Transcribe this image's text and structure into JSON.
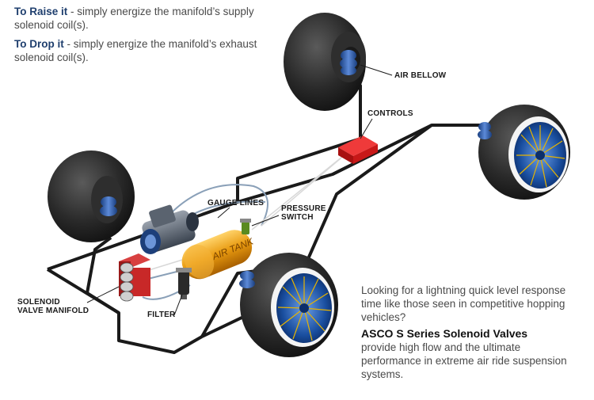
{
  "instructions": {
    "raise_label": "To Raise it",
    "raise_text": " - simply energize the manifold’s supply solenoid coil(s).",
    "drop_label": "To Drop it",
    "drop_text": " - simply energize the manifold’s exhaust solenoid coil(s)."
  },
  "labels": {
    "air_bellow": "AIR BELLOW",
    "controls": "CONTROLS",
    "gauge_lines": "GAUGE LINES",
    "pressure_switch_1": "PRESSURE",
    "pressure_switch_2": "SWITCH",
    "solenoid_1": "SOLENOID",
    "solenoid_2": "VALVE MANIFOLD",
    "filter": "FILTER",
    "tank_text": "AIR TANK"
  },
  "promo": {
    "question": "Looking for a lightning quick level response time like those seen in competitive hopping vehicles?",
    "headline": "ASCO S Series Solenoid Valves",
    "body": "provide high flow and the ultimate performance in extreme air ride suspension systems."
  },
  "colors": {
    "tire": "#1c1c1c",
    "rim_blue": "#1a4fa0",
    "spokes": "#e8b400",
    "tank": "#e89a10",
    "controls": "#c81818",
    "bellow": "#2a5aa8",
    "heading": "#1f3f6e"
  }
}
